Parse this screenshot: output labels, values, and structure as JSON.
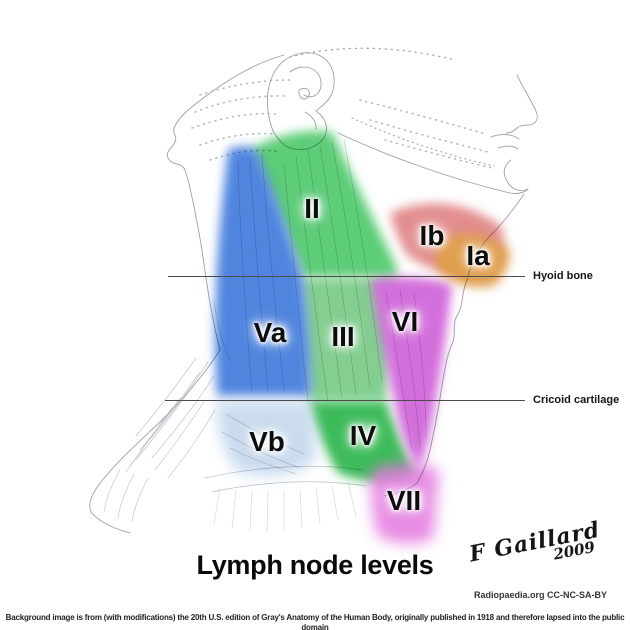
{
  "title": "Lymph node levels",
  "signature": {
    "name": "F Gaillard",
    "year": "2009"
  },
  "license": "Radiopaedia.org CC-NC-SA-BY",
  "attribution": "Background image is from (with modifications) the 20th U.S. edition of Gray's Anatomy of the Human Body, originally published in 1918 and therefore lapsed into the public domain",
  "annotations": {
    "hyoid": "Hyoid bone",
    "cricoid": "Cricoid cartilage"
  },
  "regions": {
    "II": {
      "label": "II",
      "color": "#4cc868"
    },
    "III": {
      "label": "III",
      "color": "#74c984"
    },
    "IV": {
      "label": "IV",
      "color": "#28b446"
    },
    "Va": {
      "label": "Va",
      "color": "#3e78dc"
    },
    "Vb": {
      "label": "Vb",
      "color": "#a4c2e4"
    },
    "VI": {
      "label": "VI",
      "color": "#cf5fd8"
    },
    "VII": {
      "label": "VII",
      "color": "#e169dc"
    },
    "Ia": {
      "label": "Ia",
      "color": "#dd9337"
    },
    "Ib": {
      "label": "Ib",
      "color": "#e08182"
    }
  }
}
